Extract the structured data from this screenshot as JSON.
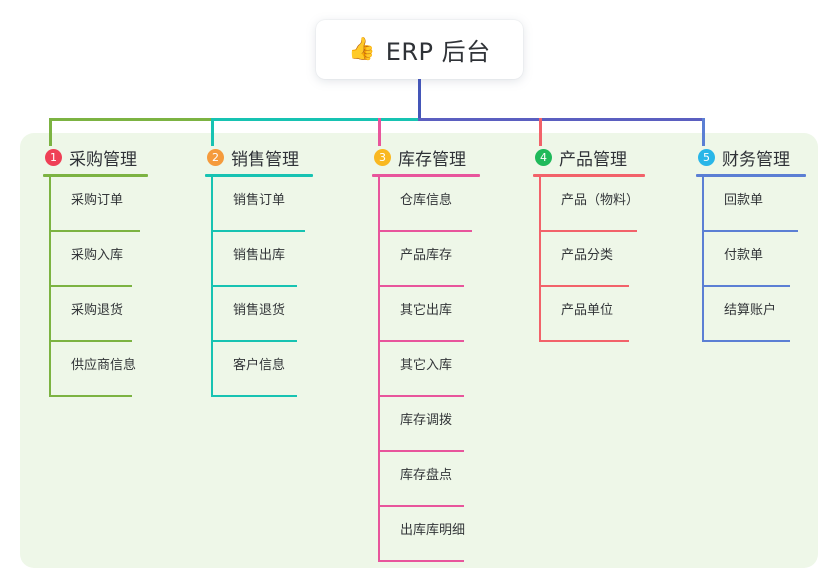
{
  "root": {
    "emoji": "👍",
    "icon_name": "thumbs-up-icon",
    "title": "ERP 后台"
  },
  "theme": {
    "panel_bg": "#eef7e8",
    "card_bg": "#ffffff",
    "text": "#2f3237",
    "root_connector": "#4456b8"
  },
  "columns": [
    {
      "index": "1",
      "title": "采购管理",
      "color": "#7cb342",
      "badge_color": "#ef4056",
      "items": [
        "采购订单",
        "采购入库",
        "采购退货",
        "供应商信息"
      ]
    },
    {
      "index": "2",
      "title": "销售管理",
      "color": "#17c3b2",
      "badge_color": "#f59b3c",
      "items": [
        "销售订单",
        "销售出库",
        "销售退货",
        "客户信息"
      ]
    },
    {
      "index": "3",
      "title": "库存管理",
      "color": "#e8559c",
      "badge_color": "#f9b821",
      "items": [
        "仓库信息",
        "产品库存",
        "其它出库",
        "其它入库",
        "库存调拨",
        "库存盘点",
        "出库库明细"
      ]
    },
    {
      "index": "4",
      "title": "产品管理",
      "color": "#f2626a",
      "badge_color": "#1fb95a",
      "items": [
        "产品（物料）",
        "产品分类",
        "产品单位"
      ]
    },
    {
      "index": "5",
      "title": "财务管理",
      "color": "#5b7fd4",
      "badge_color": "#29b6e8",
      "items": [
        "回款单",
        "付款单",
        "结算账户"
      ]
    }
  ],
  "connectors": {
    "trunk_color": "#4456b8",
    "bar_left_color": "#7cb342",
    "bar_mid_color": "#17c3b2",
    "bar_right_color": "#5b5fc0"
  }
}
